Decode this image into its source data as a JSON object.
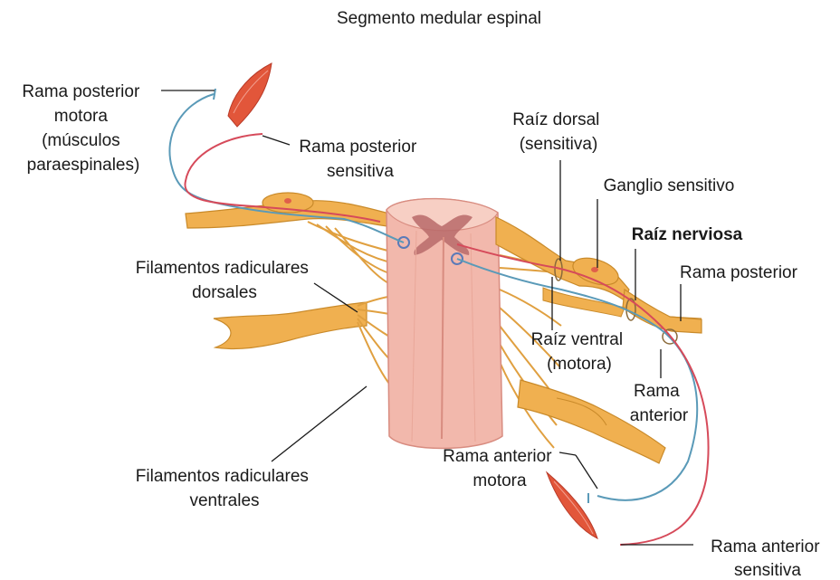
{
  "title": "Segmento medular espinal",
  "labels": {
    "rama_posterior_motora": [
      "Rama posterior",
      "motora",
      "(músculos",
      "paraespinales)"
    ],
    "rama_posterior_sensitiva": [
      "Rama posterior",
      "sensitiva"
    ],
    "raiz_dorsal": [
      "Raíz dorsal",
      "(sensitiva)"
    ],
    "ganglio_sensitivo": "Ganglio sensitivo",
    "raiz_nerviosa": "Raíz nerviosa",
    "rama_posterior": "Rama posterior",
    "filamentos_dorsales": [
      "Filamentos radiculares",
      "dorsales"
    ],
    "raiz_ventral": [
      "Raíz ventral",
      "(motora)"
    ],
    "rama_anterior": [
      "Rama",
      "anterior"
    ],
    "rama_anterior_motora": [
      "Rama anterior",
      "motora"
    ],
    "filamentos_ventrales": [
      "Filamentos radiculares",
      "ventrales"
    ],
    "rama_anterior_sensitiva": [
      "Rama anterior",
      "sensitiva"
    ]
  },
  "colors": {
    "nerve": "#f0b050",
    "nerve_edge": "#c98a2a",
    "cord": "#f2b8ac",
    "cord_edge": "#d88c80",
    "gray_matter": "#b86a6a",
    "muscle": "#e2563a",
    "motor_fiber": "#5a9ab8",
    "sensory_fiber": "#d64a5a",
    "leader": "#1a1a1a"
  }
}
